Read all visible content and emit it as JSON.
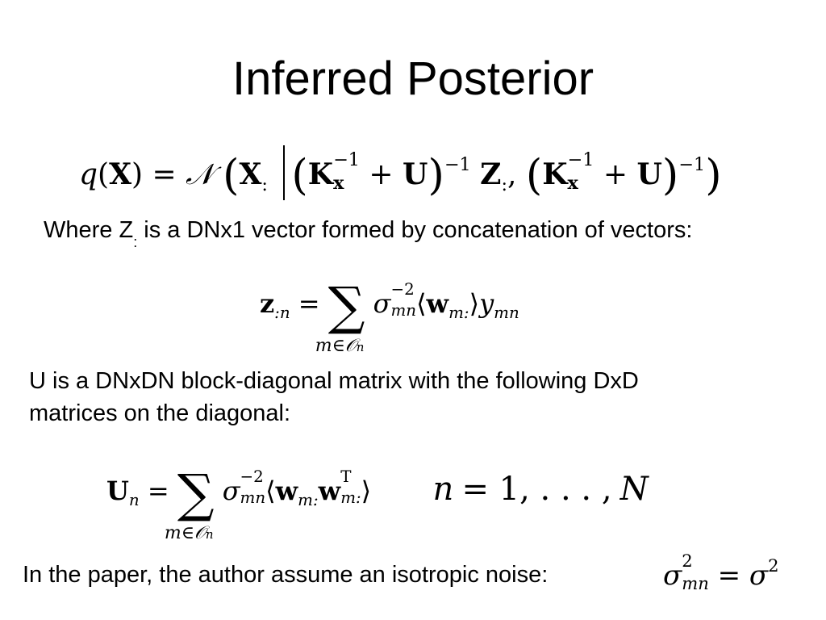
{
  "title": "Inferred Posterior",
  "text": {
    "where_prefix": "Where Z",
    "where_sub": ":",
    "where_rest": " is a DNx1 vector formed by concatenation of vectors:",
    "u_line1": "U is a DNxDN block-diagonal matrix with the following DxD",
    "u_line2": "matrices on the diagonal:",
    "noise": "In the paper, the author assume an isotropic noise:"
  },
  "equations": {
    "posterior": "q(X) = N(X: | (K_x^-1 + U)^-1 Z:, (K_x^-1 + U)^-1)",
    "z_def": "z_:n = Σ_{m∈O_n} σ_mn^-2 ⟨w_m:⟩ y_mn",
    "u_def": "U_n = Σ_{m∈O_n} σ_mn^-2 ⟨w_m: w_m:^T⟩   n = 1, ..., N",
    "noise_def": "σ_mn^2 = σ^2"
  }
}
